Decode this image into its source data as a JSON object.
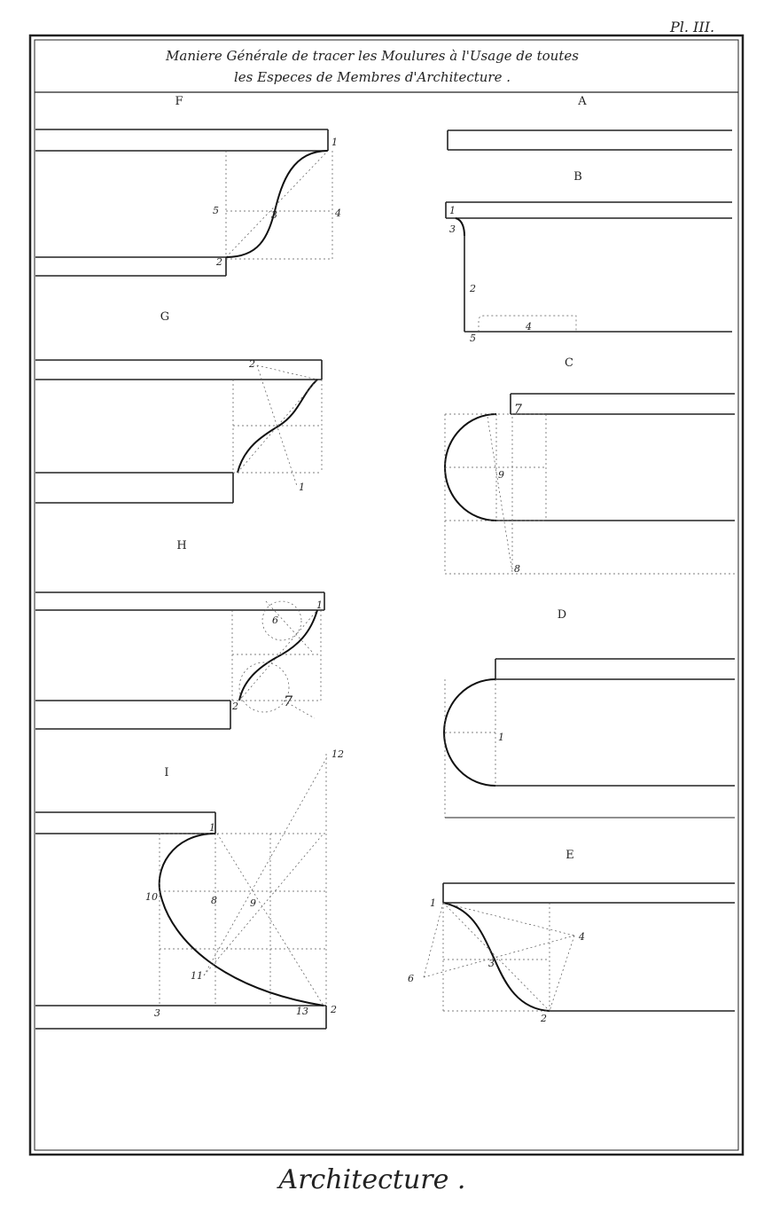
{
  "plate_number": "Pl. III.",
  "title": {
    "line1": "Maniere Générale de tracer les Moulures à l'Usage de toutes",
    "line2": "les Especes de Membres d'Architecture ."
  },
  "footer": "Architecture .",
  "figures": {
    "F": {
      "letter": "F",
      "points": [
        "1",
        "2",
        "3",
        "4",
        "5"
      ]
    },
    "G": {
      "letter": "G",
      "points": [
        "1",
        "2"
      ]
    },
    "H": {
      "letter": "H",
      "points": [
        "1",
        "2",
        "6",
        "7"
      ]
    },
    "I": {
      "letter": "I",
      "points": [
        "1",
        "2",
        "3",
        "8",
        "9",
        "10",
        "11",
        "12",
        "13"
      ]
    },
    "A": {
      "letter": "A"
    },
    "B": {
      "letter": "B",
      "points": [
        "1",
        "2",
        "3",
        "4",
        "5"
      ]
    },
    "C": {
      "letter": "C",
      "points": [
        "7",
        "8",
        "9"
      ]
    },
    "D": {
      "letter": "D",
      "points": [
        "1"
      ]
    },
    "E": {
      "letter": "E",
      "points": [
        "1",
        "2",
        "3",
        "4",
        "6"
      ]
    }
  }
}
